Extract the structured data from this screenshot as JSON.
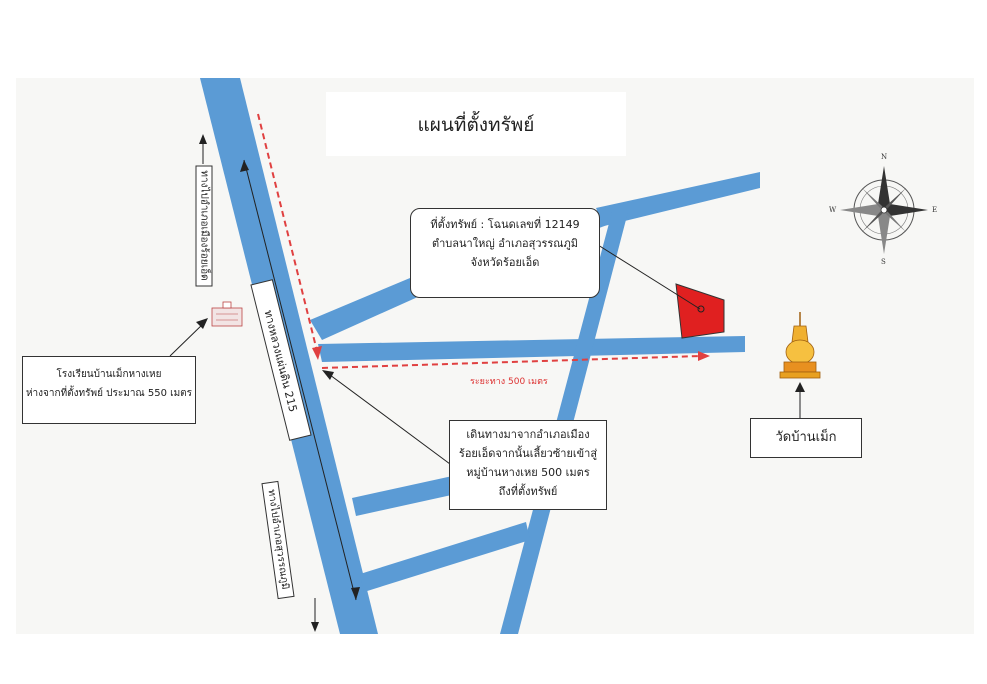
{
  "map": {
    "title": "แผนที่ตั้งทรัพย์",
    "property_box": {
      "line1": "ที่ตั้งทรัพย์ : โฉนดเลขที่ 12149",
      "line2": "ตำบลนาใหญ่ อำเภอสุวรรณภูมิ",
      "line3": "จังหวัดร้อยเอ็ด"
    },
    "school_box": {
      "line1": "โรงเรียนบ้านเม็กหางเหย",
      "line2": "ห่างจากที่ตั้งทรัพย์ ประมาณ  550  เมตร"
    },
    "directions_box": {
      "line1": "เดินทางมาจากอำเภอเมือง",
      "line2": "ร้อยเอ็ดจากนั้นเลี้ยวซ้ายเข้าสู่",
      "line3": "หมู่บ้านหางเหย 500 เมตร",
      "line4": "ถึงที่ตั้งทรัพย์"
    },
    "temple_label": "วัดบ้านเม็ก",
    "highway_label": "ทางหลวงแผ่นดิน 215",
    "to_roiet_label": "ทางไปอำเภอเมืองร้อยเอ็ด",
    "to_suwannaphum_label": "ทางไปอำเภอสุวรรณภูมิ",
    "distance_label": "ระยะทาง 500 เมตร",
    "compass": {
      "n": "N",
      "s": "S",
      "e": "E",
      "w": "W"
    },
    "colors": {
      "road": "#5b9bd5",
      "parcel": "#e02020",
      "route": "#e04040",
      "temple": "#e8a020"
    },
    "icons": [
      "school-icon",
      "temple-icon",
      "compass-rose-icon"
    ]
  }
}
